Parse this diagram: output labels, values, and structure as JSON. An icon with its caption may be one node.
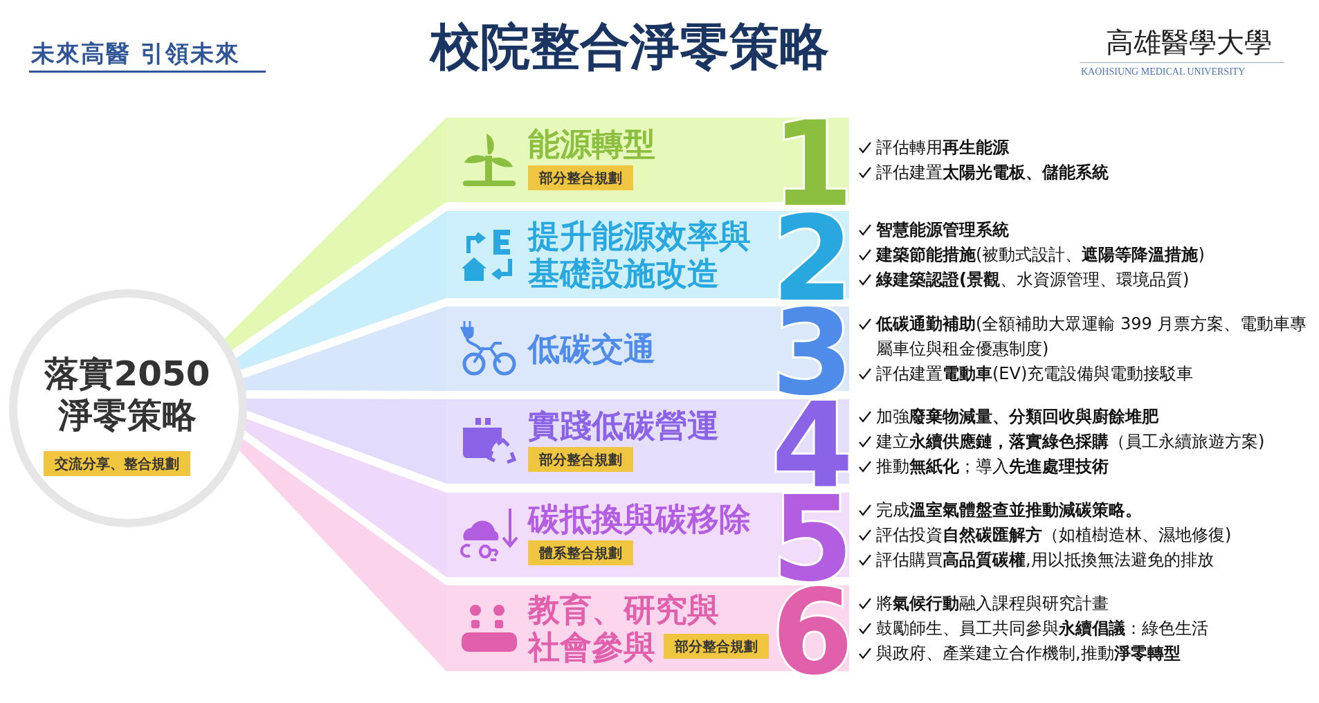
{
  "diagram": {
    "title": "校院整合淨零策略",
    "nodes": [
      {
        "text": [
          "落實2050淨零策略",
          "交流分享、整合規劃"
        ]
      },
      {
        "text": [
          "能源轉型",
          "部分整合規劃",
          "1"
        ],
        "beside": [
          "評估轉用**再生能源**",
          "評估建置**太陽光電板、儲能系統**"
        ]
      },
      {
        "text": [
          "提升能源效率與基礎設施改造",
          "2"
        ],
        "beside": [
          "**智慧能源管理系統**",
          "**建築節能措施**(被動式設計、**遮陽等降溫措施**)",
          "**綠建築認證(景觀**、水資源管理、環境品質)"
        ]
      },
      {
        "text": [
          "低碳交通",
          "3"
        ],
        "beside": [
          "**低碳通勤補助**(全額補助大眾運輸 399 月票方案、電動車專屬車位與租金優惠制度)",
          "評估建置**電動車**(EV)充電設備與電動接駁車"
        ]
      },
      {
        "text": [
          "實踐低碳營運",
          "部分整合規劃",
          "4"
        ],
        "beside": [
          "加強**廢棄物減量、分類回收與廚餘堆肥**",
          "建立**永續供應鏈，落實綠色採購**（員工永續旅遊方案)",
          "推動**無紙化**；導入**先進處理技術**"
        ]
      },
      {
        "text": [
          "碳抵換與碳移除",
          "體系整合規劃",
          "5"
        ],
        "beside": [
          "完成**溫室氣體盤查並推動減碳策略。**",
          "評估投資**自然碳匯解方**（如植樹造林、濕地修復)",
          "評估購買**高品質碳權**,用以抵換無法避免的排放"
        ]
      },
      {
        "text": [
          "教育、研究與社會參與",
          "部分整合規劃",
          "6"
        ],
        "beside": [
          "將**氣候行動**融入課程與研究計畫",
          "鼓勵師生、員工共同參與**永續倡議**：綠色生活",
          "與政府、產業建立合作機制,推動**淨零轉型**"
        ]
      }
    ],
    "edges": [
      {
        "from": 0,
        "to": 1,
        "arrow": "none",
        "color": "#e3f8b0"
      },
      {
        "from": 0,
        "to": 2,
        "arrow": "none",
        "color": "#c9eefb"
      },
      {
        "from": 0,
        "to": 3,
        "arrow": "none",
        "color": "#d8e6fb"
      },
      {
        "from": 0,
        "to": 4,
        "arrow": "none",
        "color": "#e2dbfb"
      },
      {
        "from": 0,
        "to": 5,
        "arrow": "none",
        "color": "#efd9fb"
      },
      {
        "from": 0,
        "to": 6,
        "arrow": "none",
        "color": "#fbd3ea"
      }
    ],
    "labels": [
      "未來高醫 引領未來",
      "高雄醫學大學",
      "KAOHSIUNG MEDICAL UNIVERSITY"
    ]
  }
}
